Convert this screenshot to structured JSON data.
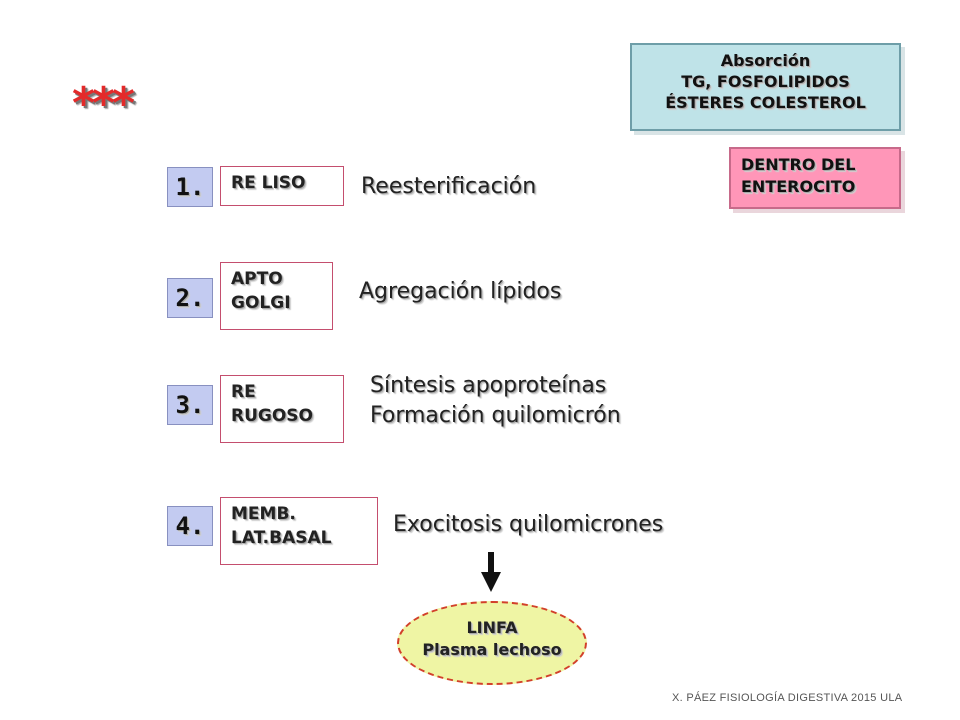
{
  "header": {
    "absorption_box": [
      "Absorción",
      "TG, FOSFOLIPIDOS",
      "ÉSTERES COLESTEROL"
    ],
    "location_box": [
      "DENTRO DEL",
      "ENTEROCITO"
    ],
    "stars": "***"
  },
  "steps": [
    {
      "number": "1.",
      "organelle": [
        "RE LISO"
      ],
      "description": [
        "Reesterificación"
      ]
    },
    {
      "number": "2.",
      "organelle": [
        "APTO",
        "GOLGI"
      ],
      "description": [
        "Agregación lípidos"
      ]
    },
    {
      "number": "3.",
      "organelle": [
        "RE",
        "RUGOSO"
      ],
      "description": [
        "Síntesis apoproteínas",
        "Formación quilomicrón"
      ]
    },
    {
      "number": "4.",
      "organelle": [
        "MEMB.",
        "LAT.BASAL"
      ],
      "description": [
        "Exocitosis quilomicrones"
      ]
    }
  ],
  "output": {
    "title": "LINFA",
    "subtitle": "Plasma lechoso"
  },
  "footer": "X. PÁEZ   FISIOLOGÍA DIGESTIVA 2015  ULA",
  "colors": {
    "absorption_bg": "#bfe3e8",
    "location_bg": "#ff96b8",
    "number_bg": "#c3cbf1",
    "stars": "#e32a2a",
    "output_bg": "#eff5a4"
  }
}
